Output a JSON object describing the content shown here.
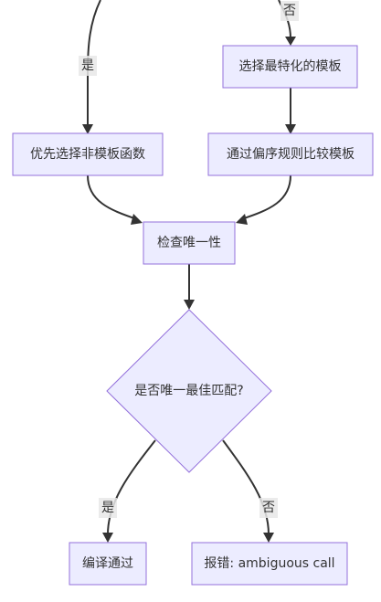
{
  "nodes": {
    "select_specialized": "选择最特化的模板",
    "prefer_nontemplate": "优先选择非模板函数",
    "partial_ordering": "通过偏序规则比较模板",
    "check_unique": "检查唯一性",
    "unique_best_match": "是否唯一最佳匹配?",
    "compile_ok": "编译通过",
    "report_error": "报错: ambiguous call"
  },
  "edges": {
    "yes_top": "是",
    "no_top": "否",
    "yes_bottom": "是",
    "no_bottom": "否"
  },
  "colors": {
    "node_fill": "#ececff",
    "node_stroke": "#9370db",
    "edge": "#333333",
    "label_bg": "#e8e8e8"
  }
}
